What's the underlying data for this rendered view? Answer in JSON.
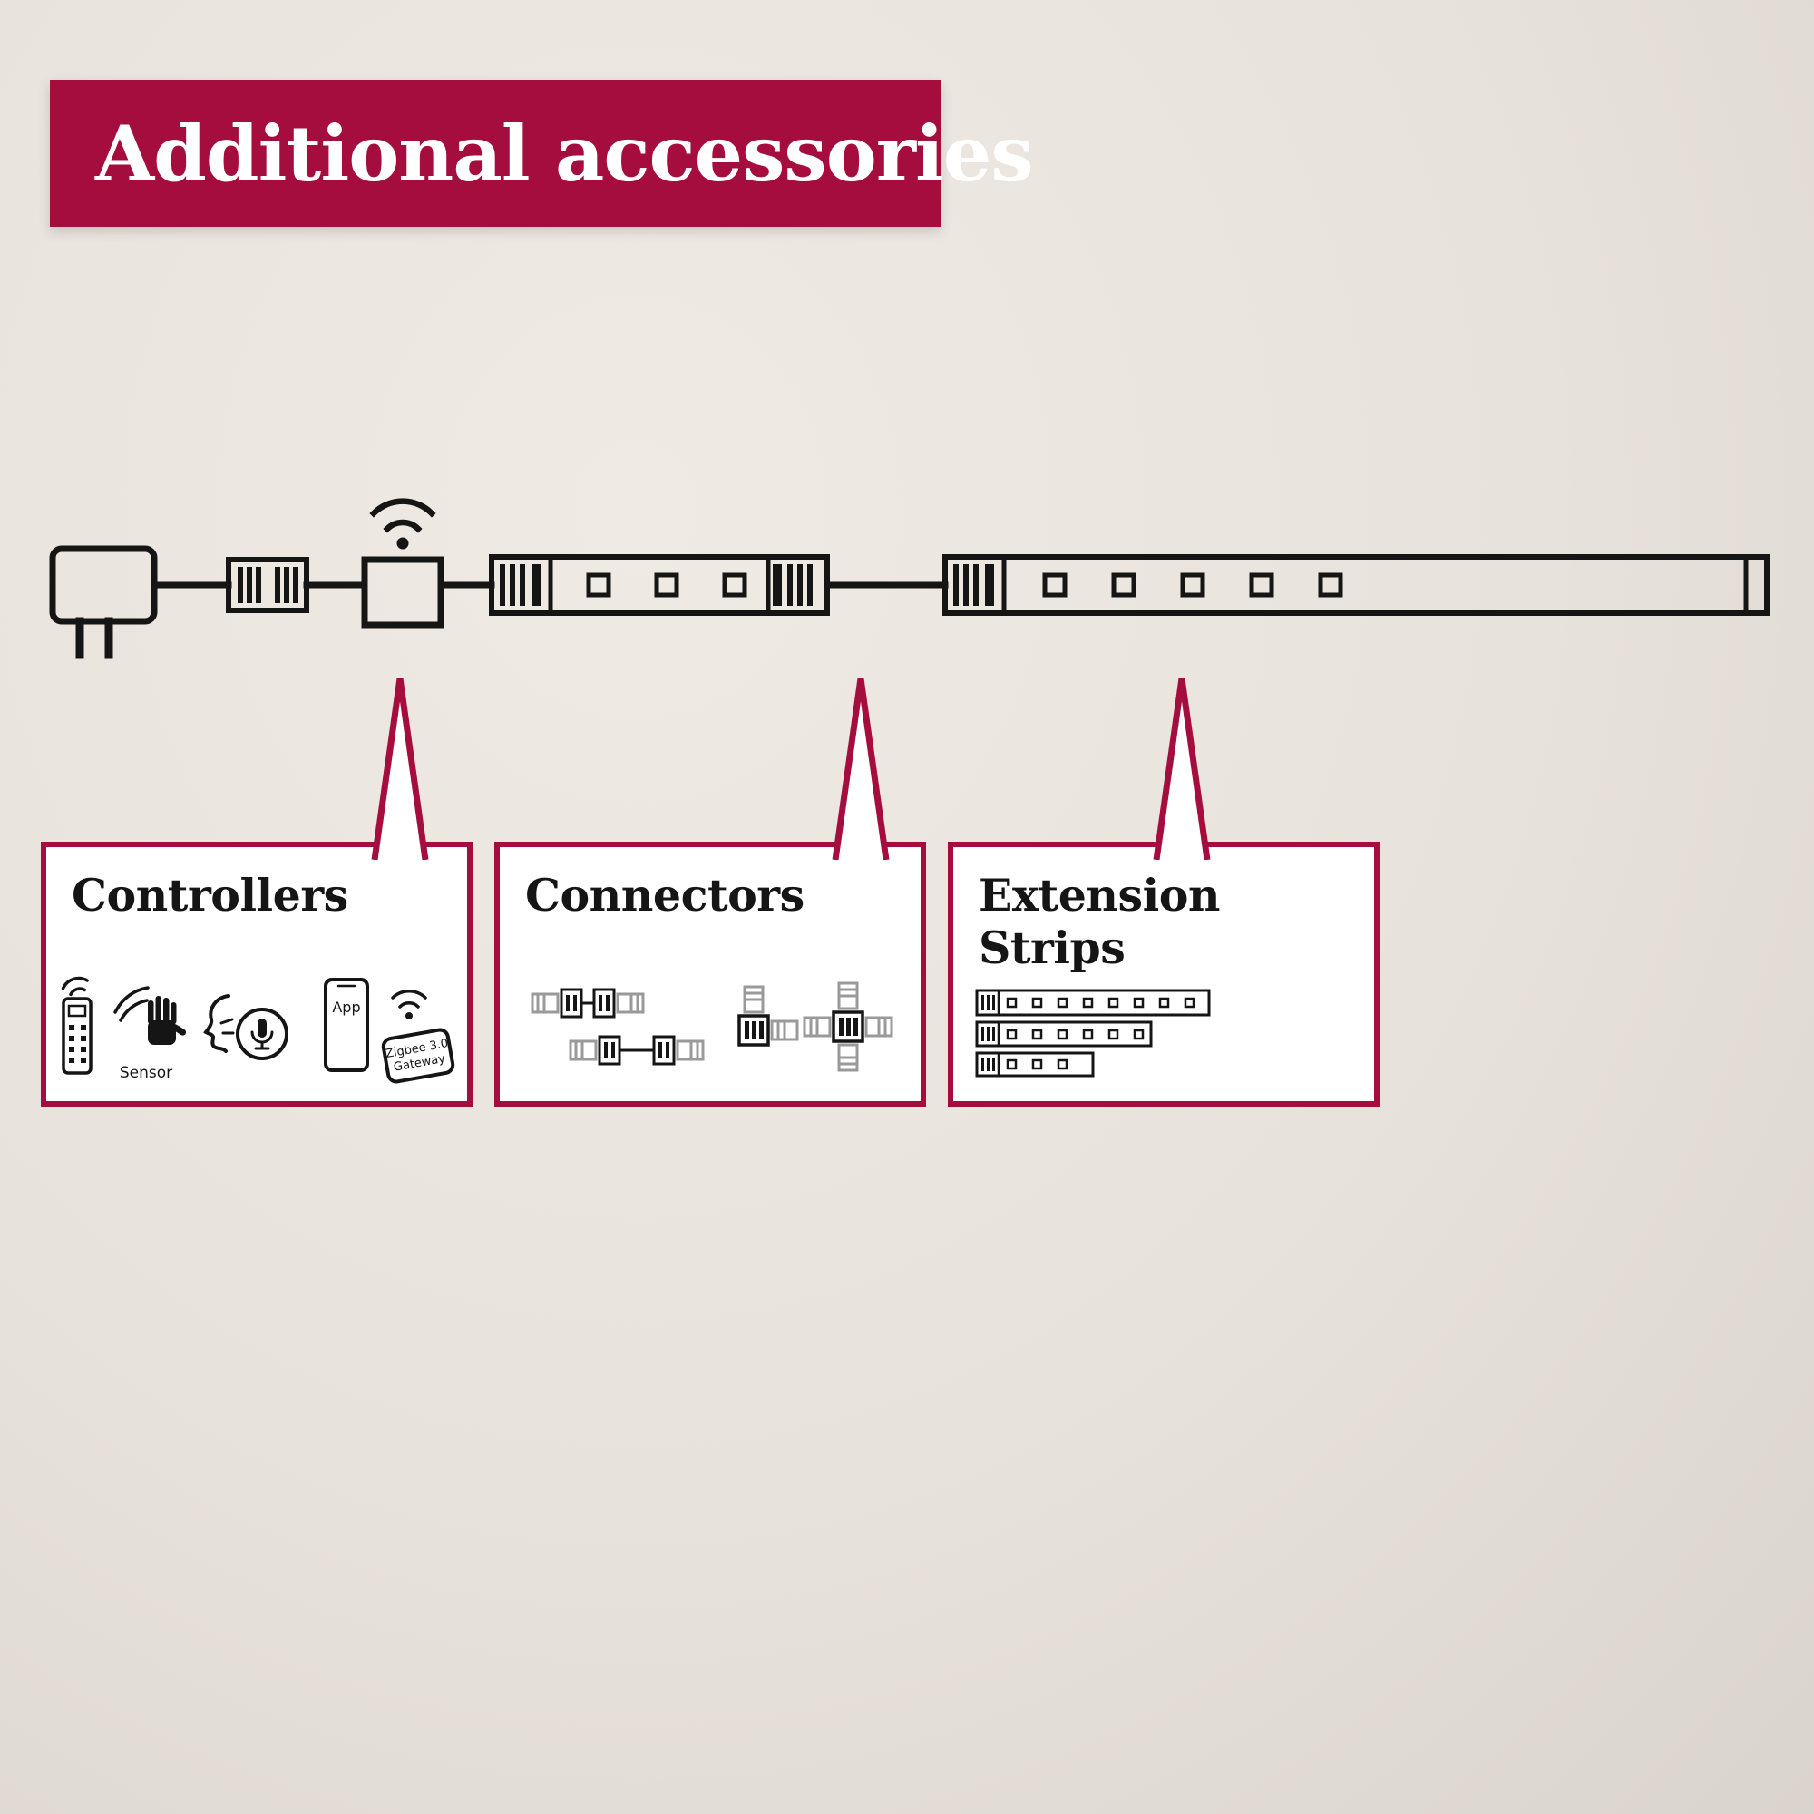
{
  "colors": {
    "background": "#e9e4dd",
    "accent_red": "#a50d3f",
    "line_black": "#151515",
    "panel_white": "#ffffff"
  },
  "banner": {
    "title": "Additional accessories"
  },
  "diagram": {
    "icons": [
      "power-plug-icon",
      "clip-connector-icon",
      "wifi-controller-icon",
      "wifi-icon",
      "led-strip-icon",
      "led-strip-long-icon"
    ]
  },
  "callouts": {
    "controllers": {
      "title": "Controllers",
      "icons": [
        "remote-control-icon",
        "motion-sensor-icon",
        "voice-assistant-icon",
        "app-gateway-icon"
      ],
      "sensor_label": "Sensor",
      "app_label": "App",
      "gateway_line1": "Zigbee 3.0",
      "gateway_line2": "Gateway"
    },
    "connectors": {
      "title": "Connectors",
      "icons": [
        "straight-connector-icon",
        "corded-connector-icon",
        "l-connector-icon",
        "x-connector-icon"
      ]
    },
    "extension_strips": {
      "title": "Extension Strips",
      "icons": [
        "extension-strip-long-icon",
        "extension-strip-medium-icon",
        "extension-strip-short-icon"
      ]
    }
  }
}
